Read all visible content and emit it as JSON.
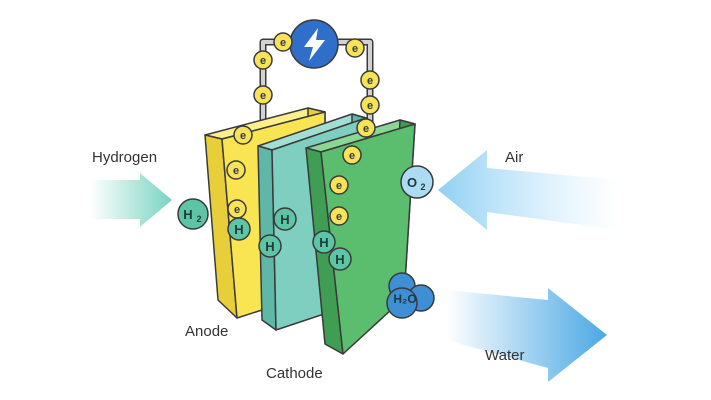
{
  "labels": {
    "hydrogen": "Hydrogen",
    "air": "Air",
    "anode": "Anode",
    "cathode": "Cathode",
    "water": "Water"
  },
  "molecules": {
    "electron": "e",
    "hydrogen_atom": "H",
    "h2": "H2",
    "o2": "O2",
    "h2o": "H2O"
  },
  "icons": {
    "power": "lightning-bolt-icon"
  },
  "colors": {
    "anode": "#f9e552",
    "membrane": "#7ecfc0",
    "cathode": "#5bbd6e",
    "electron": "#f7e35a",
    "hydrogen_atom": "#5ec4a6",
    "power": "#2f6fc9",
    "air_arrow": "#8fd0f3",
    "water_arrow": "#4aa8e4",
    "hydrogen_arrow": "#79d3c0",
    "outline": "#3a3a3a",
    "wire": "#cfcfcf"
  }
}
